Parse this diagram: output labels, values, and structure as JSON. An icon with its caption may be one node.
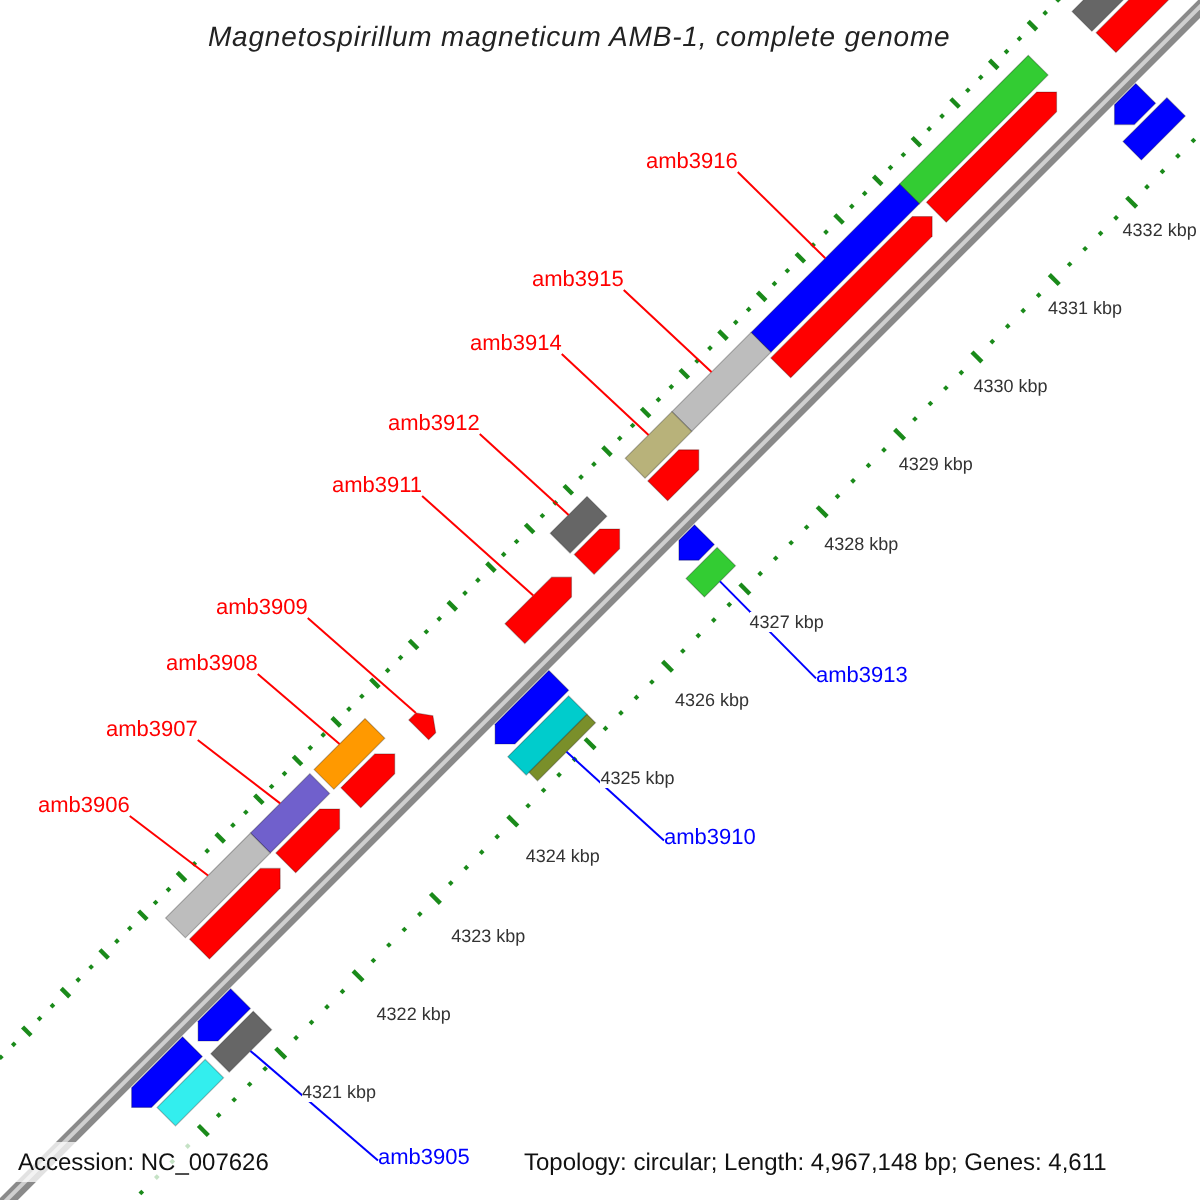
{
  "diagram": {
    "title": "Magnetospirillum magneticum AMB-1, complete genome",
    "nodes": [
      {
        "text": [
          "amb3916"
        ]
      },
      {
        "text": [
          "amb3915"
        ]
      },
      {
        "text": [
          "amb3914"
        ]
      },
      {
        "text": [
          "amb3912"
        ]
      },
      {
        "text": [
          "amb3911"
        ]
      },
      {
        "text": [
          "amb3909"
        ]
      },
      {
        "text": [
          "amb3908"
        ]
      },
      {
        "text": [
          "amb3907"
        ]
      },
      {
        "text": [
          "amb3906"
        ]
      },
      {
        "text": [
          "amb3913"
        ]
      },
      {
        "text": [
          "amb3910"
        ]
      },
      {
        "text": [
          "amb3905"
        ]
      },
      {
        "text": [],
        "shape": "bar"
      },
      {
        "text": [],
        "shape": "arrow"
      },
      {
        "text": [],
        "shape": "bar"
      },
      {
        "text": [],
        "shape": "arrow"
      },
      {
        "text": [],
        "shape": "arrow"
      },
      {
        "text": [],
        "shape": "bar"
      },
      {
        "text": [],
        "shape": "bar"
      },
      {
        "text": [],
        "shape": "arrow"
      },
      {
        "text": [],
        "shape": "bar"
      },
      {
        "text": [],
        "shape": "bar"
      },
      {
        "text": [],
        "shape": "arrow"
      },
      {
        "text": [],
        "shape": "arrow"
      },
      {
        "text": [],
        "shape": "bar"
      },
      {
        "text": [],
        "shape": "bar"
      },
      {
        "text": [],
        "shape": "arrow"
      },
      {
        "text": [],
        "shape": "arrow"
      },
      {
        "text": [],
        "shape": "arrow"
      },
      {
        "text": [],
        "shape": "bar"
      },
      {
        "text": [],
        "shape": "bar"
      },
      {
        "text": [],
        "shape": "arrow"
      },
      {
        "text": [],
        "shape": "bar"
      },
      {
        "text": [],
        "shape": "arrow"
      },
      {
        "text": [],
        "shape": "bar"
      },
      {
        "text": [],
        "shape": "arrow"
      },
      {
        "text": [],
        "shape": "bar"
      },
      {
        "text": [],
        "shape": "arrow"
      },
      {
        "text": [],
        "shape": "arrow"
      },
      {
        "text": [],
        "shape": "bar"
      },
      {
        "text": [],
        "shape": "arrow"
      },
      {
        "text": [],
        "shape": "bar"
      }
    ],
    "edges": [
      {
        "from": 0,
        "to": 18,
        "arrow": "none"
      },
      {
        "from": 1,
        "to": 20,
        "arrow": "none"
      },
      {
        "from": 2,
        "to": 21,
        "arrow": "none"
      },
      {
        "from": 3,
        "to": 25,
        "arrow": "none"
      },
      {
        "from": 4,
        "to": 27,
        "arrow": "none"
      },
      {
        "from": 5,
        "to": 31,
        "arrow": "none"
      },
      {
        "from": 6,
        "to": 32,
        "arrow": "none"
      },
      {
        "from": 7,
        "to": 34,
        "arrow": "none"
      },
      {
        "from": 8,
        "to": 36,
        "arrow": "none"
      },
      {
        "from": 9,
        "to": 24,
        "arrow": "none",
        "color": "#0000ff"
      },
      {
        "from": 10,
        "to": 30,
        "arrow": "none",
        "color": "#0000ff"
      },
      {
        "from": 11,
        "to": 39,
        "arrow": "none",
        "color": "#0000ff"
      }
    ],
    "labels": [
      "4332 kbp",
      "4331 kbp",
      "4330 kbp",
      "4329 kbp",
      "4328 kbp",
      "4327 kbp",
      "4326 kbp",
      "4325 kbp",
      "4324 kbp",
      "4323 kbp",
      "4322 kbp",
      "4321 kbp",
      "Accession: NC_007626",
      "Topology: circular; Length: 4,967,148 bp; Genes: 4,611"
    ]
  }
}
